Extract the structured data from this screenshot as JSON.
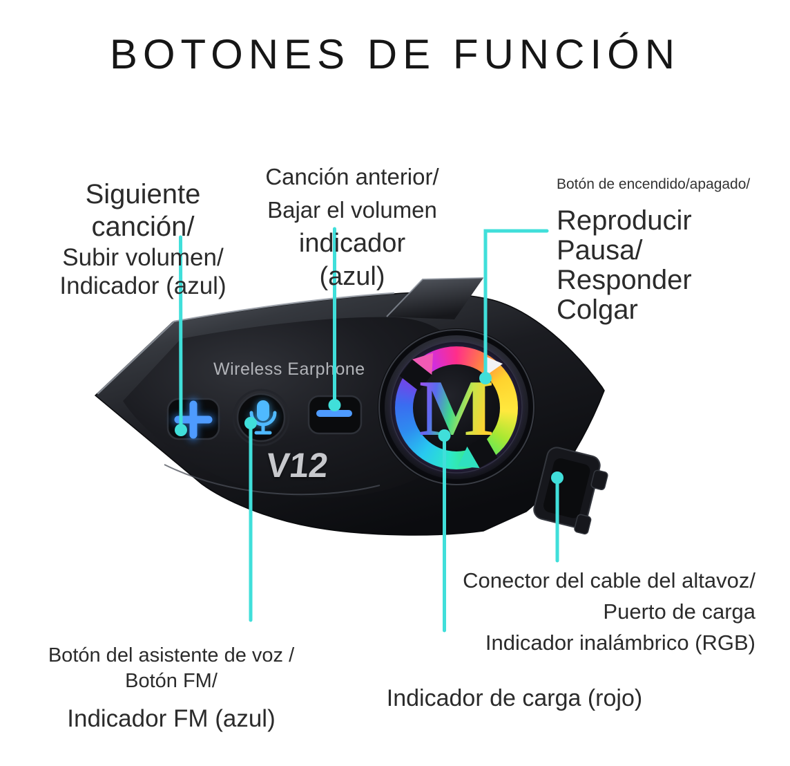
{
  "title": "BOTONES DE FUNCIÓN",
  "colors": {
    "background": "#ffffff",
    "callout_line": "#40dfda",
    "button_glyph_blue": "#3b8ef5",
    "mic_glyph_blue": "#43b5ff",
    "label_text": "#2b2b2b",
    "device_body_dark": "#101114"
  },
  "device": {
    "brand_text": "Wireless Earphone",
    "model": "V12",
    "logo_letter": "M",
    "buttons": {
      "volume_up_glyph": "+",
      "volume_down_glyph": "−",
      "mic_icon": "microphone"
    }
  },
  "callouts": {
    "next_song": {
      "lines": [
        "Siguiente",
        "canción/",
        "Subir volumen/",
        "Indicador (azul)"
      ]
    },
    "prev_song": {
      "lines": [
        "Canción anterior/",
        "Bajar el volumen",
        "indicador",
        "(azul)"
      ]
    },
    "power": {
      "text": "Botón de encendido/apagado/"
    },
    "play": {
      "lines": [
        "Reproducir",
        "Pausa/",
        "Responder",
        "Colgar"
      ]
    },
    "speaker_connector": {
      "lines": [
        "Conector del cable del altavoz/",
        "Puerto de carga",
        "Indicador inalámbrico (RGB)"
      ]
    },
    "voice_assistant": {
      "lines": [
        "Botón del asistente de voz /",
        "Botón FM/"
      ],
      "indicator": "Indicador FM (azul)"
    },
    "charging": {
      "text": "Indicador de carga (rojo)"
    }
  }
}
